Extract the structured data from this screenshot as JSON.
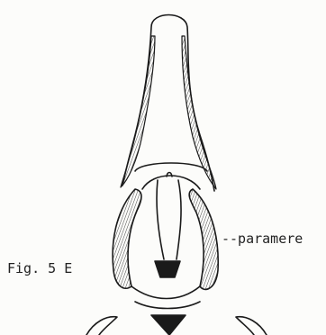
{
  "figure": {
    "label": "Fig. 5 E",
    "annotations": [
      {
        "id": "paramere",
        "text": "--paramere"
      }
    ]
  }
}
